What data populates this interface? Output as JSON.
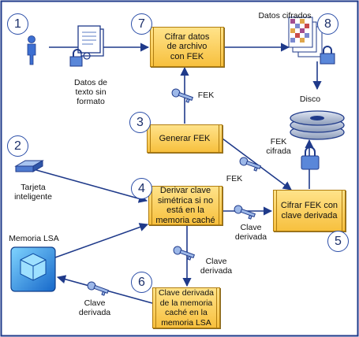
{
  "frame_color": "#1f3a8a",
  "accent_box": "#f7c03e",
  "arrow_color": "#1f3a8a",
  "steps": {
    "s1": "1",
    "s2": "2",
    "s3": "3",
    "s4": "4",
    "s5": "5",
    "s6": "6",
    "s7": "7",
    "s8": "8"
  },
  "boxes": {
    "encrypt_data": "Cifrar datos\nde archivo\ncon FEK",
    "generate_fek": "Generar FEK",
    "derive_key": "Derivar clave\nsimétrica si no\nestá en la\nmemoria caché",
    "encrypt_fek": "Cifrar FEK con\nclave derivada",
    "cache_key": "Clave derivada\nde la memoria\ncaché en la\nmemoria LSA"
  },
  "labels": {
    "plain_data": "Datos de\ntexto sin\nformato",
    "encrypted_data": "Datos cifrados",
    "disk": "Disco",
    "encrypted_fek": "FEK\ncifrada",
    "smart_card": "Tarjeta\ninteligente",
    "lsa_memory": "Memoria LSA",
    "fek_up": "FEK",
    "fek_diag": "FEK",
    "derived_key_right": "Clave\nderivada",
    "derived_key_down": "Clave\nderivada",
    "derived_key_left": "Clave\nderivada"
  },
  "icons": [
    "user-icon",
    "document-icon",
    "padlock-icon",
    "encrypted-data-icon",
    "disk-icon",
    "smart-card-icon",
    "lsa-memory-cube-icon",
    "key-icon"
  ]
}
